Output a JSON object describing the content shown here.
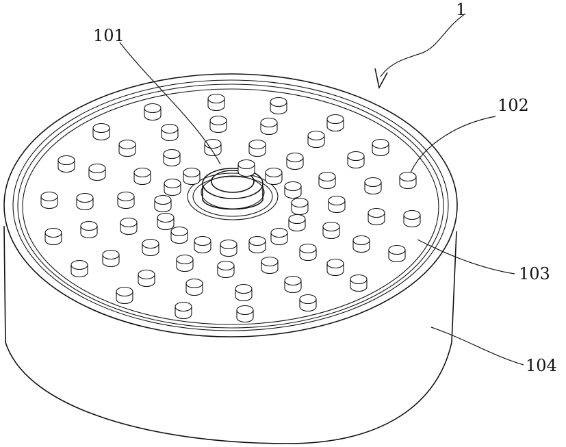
{
  "figure": {
    "labels": {
      "assembly": "1",
      "center": "101",
      "protrusion": "102",
      "plate": "103",
      "housing": "104"
    }
  },
  "colors": {
    "line": "#111111",
    "background": "#ffffff"
  }
}
